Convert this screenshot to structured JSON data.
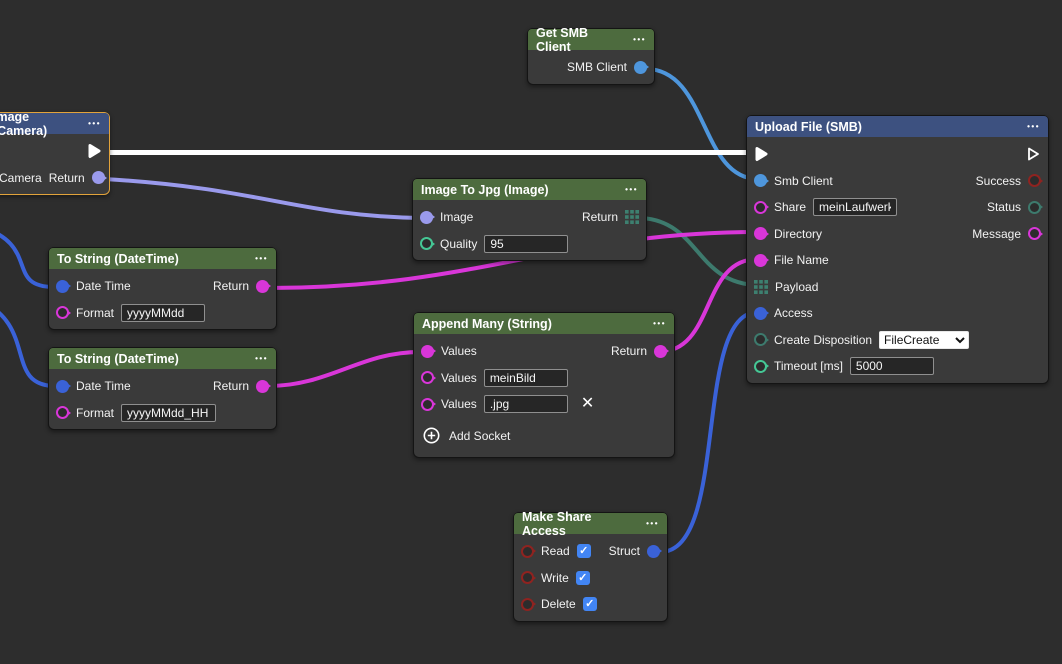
{
  "editor": {
    "type": "node-flow-editor"
  },
  "icons": {
    "menu": "•••",
    "delete": "✕"
  },
  "colors": {
    "background": "#2d2d2d",
    "node_body": "#3a3a3a",
    "header_green": "#4d6b3e",
    "header_blue": "#3d5180",
    "selection_orange": "#e2a33b",
    "socket_royal_blue": "#3a62d8",
    "socket_light_blue": "#4e96dc",
    "socket_lavender": "#9a9aec",
    "socket_magenta": "#d936d9",
    "socket_bright_green": "#45c795",
    "socket_dark_teal": "#3d7a6d",
    "socket_dark_red": "#8f2320",
    "checkbox_blue": "#4285f4",
    "exec_wire_white": "#ffffff"
  },
  "nodes": {
    "getSmbClient": {
      "title": "Get SMB Client",
      "out_smb": "SMB Client"
    },
    "imageCamera": {
      "title": "Image (Camera)",
      "selected": true,
      "in_camera": "Camera",
      "out_return": "Return"
    },
    "imageToJpg": {
      "title": "Image To Jpg (Image)",
      "in_image": "Image",
      "out_return": "Return",
      "in_quality": "Quality",
      "quality_value": "95"
    },
    "toString1": {
      "title": "To String (DateTime)",
      "in_datetime": "Date Time",
      "out_return": "Return",
      "in_format": "Format",
      "format_value": "yyyyMMdd"
    },
    "toString2": {
      "title": "To String (DateTime)",
      "in_datetime": "Date Time",
      "out_return": "Return",
      "in_format": "Format",
      "format_value": "yyyyMMdd_HH"
    },
    "appendMany": {
      "title": "Append Many (String)",
      "in_values1": "Values",
      "out_return": "Return",
      "in_values2": "Values",
      "values2_value": "meinBild",
      "in_values3": "Values",
      "values3_value": ".jpg",
      "add_socket_label": "Add Socket"
    },
    "makeShareAccess": {
      "title": "Make Share Access",
      "in_read": "Read",
      "read_checked": true,
      "in_write": "Write",
      "write_checked": true,
      "in_delete": "Delete",
      "delete_checked": true,
      "out_struct": "Struct"
    },
    "uploadFile": {
      "title": "Upload File (SMB)",
      "in_smb_client": "Smb Client",
      "in_share": "Share",
      "share_value": "meinLaufwerk",
      "in_directory": "Directory",
      "in_file_name": "File Name",
      "in_payload": "Payload",
      "in_access": "Access",
      "in_create_disposition": "Create Disposition",
      "create_disposition_value": "FileCreate",
      "in_timeout": "Timeout [ms]",
      "timeout_value": "5000",
      "out_success": "Success",
      "out_status": "Status",
      "out_message": "Message"
    }
  },
  "wires": [
    {
      "name": "exec",
      "from": "Image (Camera).exec",
      "to": "Upload File (SMB).exec",
      "color": "#ffffff"
    },
    {
      "name": "smb-client",
      "from": "Get SMB Client.SMB Client",
      "to": "Upload File (SMB).Smb Client",
      "color": "#4e96dc"
    },
    {
      "name": "camera-image",
      "from": "Image (Camera).Return",
      "to": "Image To Jpg (Image).Image",
      "color": "#9a9aec"
    },
    {
      "name": "datetime-1",
      "from": "off-screen-left",
      "to": "To String (DateTime) #1.Date Time",
      "color": "#3a62d8"
    },
    {
      "name": "datetime-2",
      "from": "off-screen-left",
      "to": "To String (DateTime) #2.Date Time",
      "color": "#3a62d8"
    },
    {
      "name": "directory",
      "from": "To String (DateTime) #1.Return",
      "to": "Upload File (SMB).Directory",
      "color": "#d936d9"
    },
    {
      "name": "values",
      "from": "To String (DateTime) #2.Return",
      "to": "Append Many (String).Values",
      "color": "#d936d9"
    },
    {
      "name": "file-name",
      "from": "Append Many (String).Return",
      "to": "Upload File (SMB).File Name",
      "color": "#d936d9"
    },
    {
      "name": "payload",
      "from": "Image To Jpg (Image).Return",
      "to": "Upload File (SMB).Payload",
      "color": "#3d7a6d"
    },
    {
      "name": "access",
      "from": "Make Share Access.Struct",
      "to": "Upload File (SMB).Access",
      "color": "#3a62d8"
    }
  ]
}
